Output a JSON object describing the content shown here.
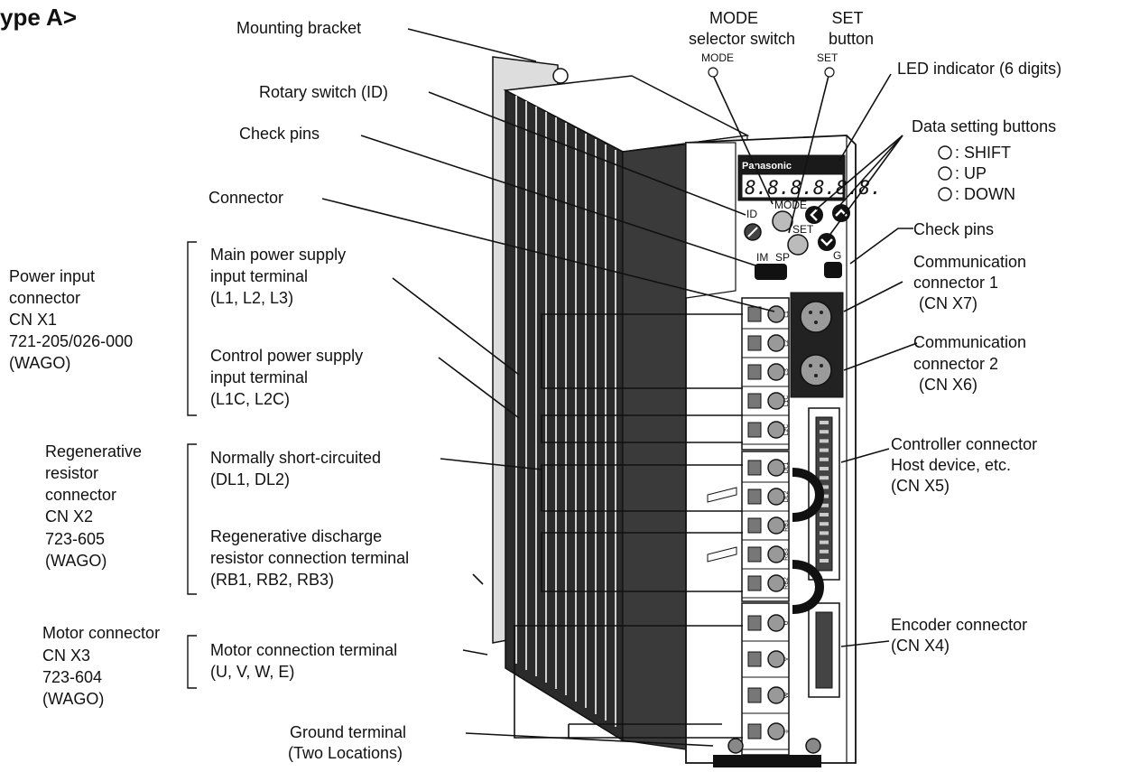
{
  "title": "ype A>",
  "callouts": {
    "mounting_bracket": "Mounting bracket",
    "mode_switch": [
      "MODE",
      "selector switch"
    ],
    "mode_small": "MODE",
    "set_button": [
      "SET",
      "button"
    ],
    "set_small": "SET",
    "led_indicator": "LED indicator (6 digits)",
    "rotary_switch": "Rotary switch (ID)",
    "check_pins_top": "Check pins",
    "data_buttons": "Data setting buttons",
    "shift": ": SHIFT",
    "up": ": UP",
    "down": ": DOWN",
    "connector": "Connector",
    "check_pins_right": "Check pins",
    "comm1": [
      "Communication",
      "connector 1",
      "(CN X7)"
    ],
    "comm2": [
      "Communication",
      "connector 2",
      "(CN X6)"
    ],
    "controller": [
      "Controller connector",
      "Host device, etc.",
      "(CN X5)"
    ],
    "encoder": [
      "Encoder connector",
      "(CN X4)"
    ],
    "main_power": [
      "Main power supply",
      "input terminal",
      "(L1, L2, L3)"
    ],
    "control_power": [
      "Control power supply",
      "input terminal",
      "(L1C, L2C)"
    ],
    "short": [
      "Normally short-circuited",
      "(DL1, DL2)"
    ],
    "regen": [
      "Regenerative discharge",
      "resistor connection terminal",
      "(RB1, RB2, RB3)"
    ],
    "motor_term": [
      "Motor connection terminal",
      "(U, V, W, E)"
    ],
    "ground": [
      "Ground terminal",
      "(Two Locations)"
    ]
  },
  "groups": {
    "power_input": [
      "Power input",
      "connector",
      "CN X1",
      "721-205/026-000",
      "(WAGO)"
    ],
    "regen_conn": [
      "Regenerative",
      "resistor",
      "connector",
      "CN X2",
      "723-605",
      "(WAGO)"
    ],
    "motor_conn": [
      "Motor connector",
      "CN X3",
      "723-604",
      "(WAGO)"
    ]
  },
  "device": {
    "brand": "Panasonic",
    "display": "8.8.8.8.8.8.",
    "id_label": "ID",
    "im": "IM",
    "sp": "SP",
    "g": "G",
    "terminals_x1": [
      "L1",
      "L2",
      "L3",
      "L1C",
      "L2C"
    ],
    "terminals_x2": [
      "DL1",
      "DL2",
      "RB1",
      "RB3",
      "RB2"
    ],
    "terminals_x3": [
      "U",
      "V",
      "W",
      "⏚"
    ]
  },
  "colors": {
    "line": "#111111",
    "panel": "#ffffff",
    "dark": "#1a1a1a",
    "fin": "#2b2b2b"
  }
}
